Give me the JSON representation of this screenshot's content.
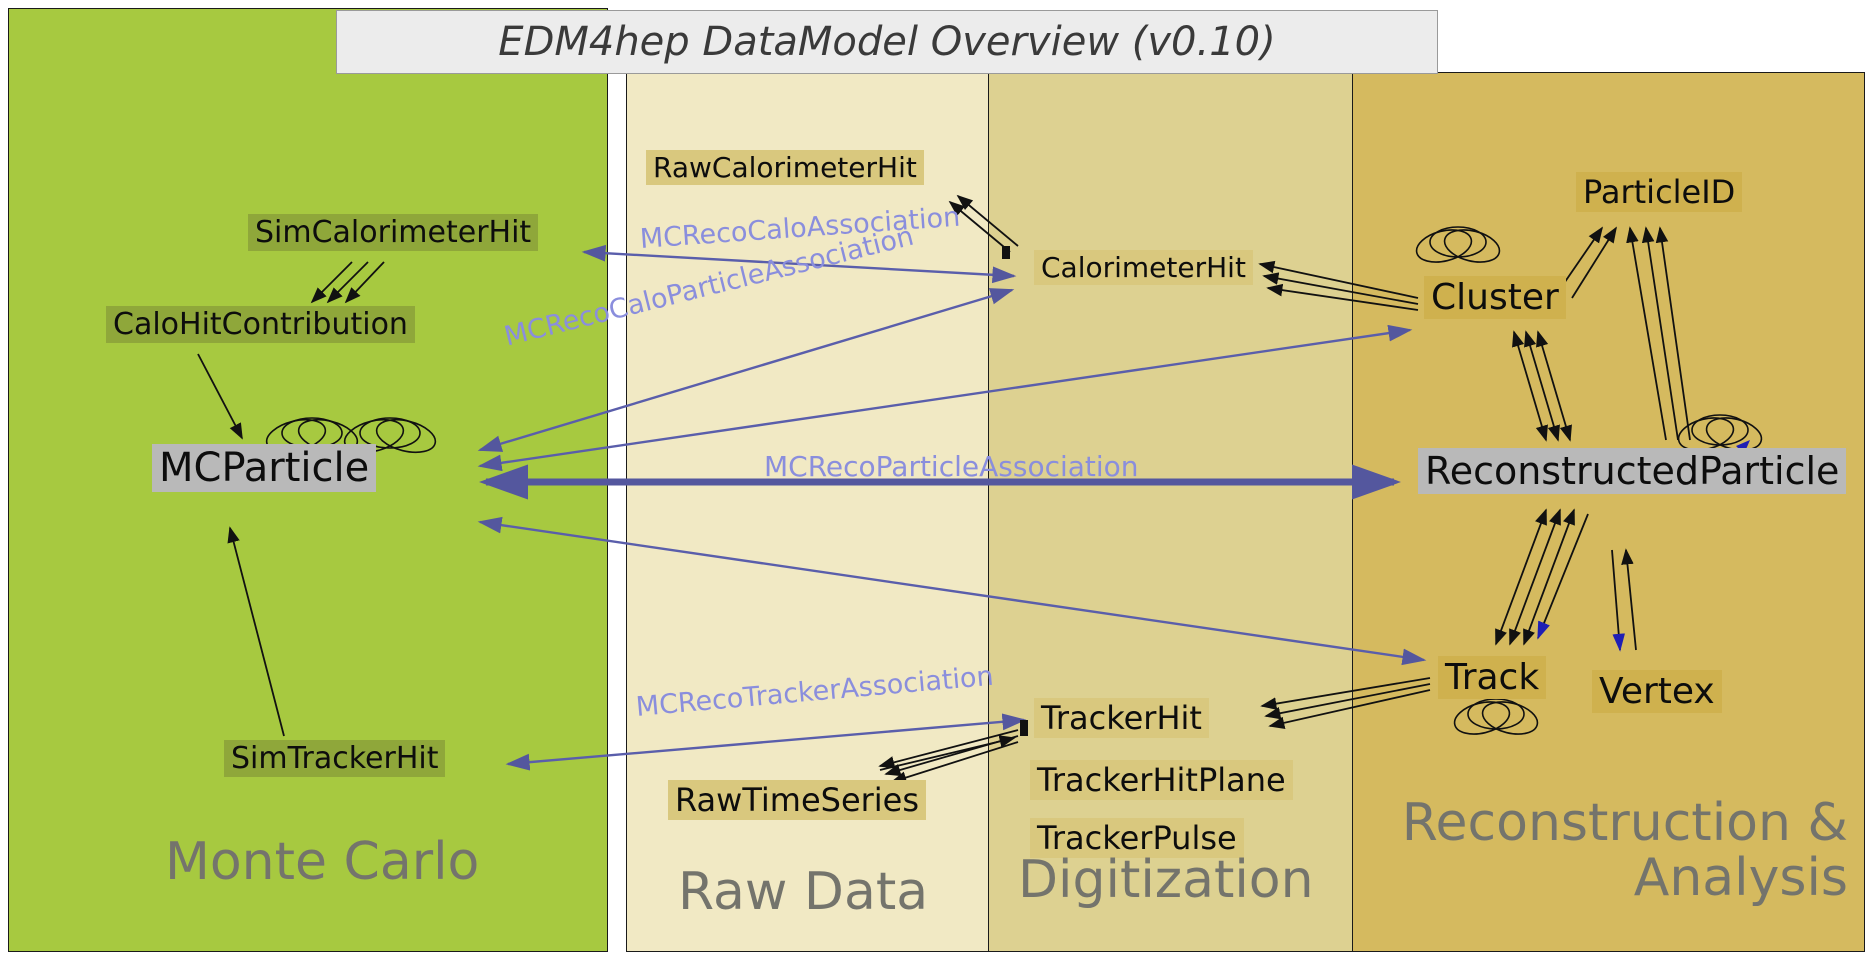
{
  "title": "EDM4hep DataModel Overview (v0.10)",
  "regions": {
    "monte_carlo": {
      "label": "Monte Carlo"
    },
    "raw_data": {
      "label": "Raw Data"
    },
    "digitization": {
      "label": "Digitization"
    },
    "reconstruction": {
      "label_line1": "Reconstruction &",
      "label_line2": "Analysis"
    }
  },
  "nodes": {
    "sim_calorimeter_hit": "SimCalorimeterHit",
    "calo_hit_contribution": "CaloHitContribution",
    "mc_particle": "MCParticle",
    "sim_tracker_hit": "SimTrackerHit",
    "raw_calorimeter_hit": "RawCalorimeterHit",
    "raw_time_series": "RawTimeSeries",
    "calorimeter_hit": "CalorimeterHit",
    "tracker_hit": "TrackerHit",
    "tracker_hit_plane": "TrackerHitPlane",
    "tracker_pulse": "TrackerPulse",
    "particle_id": "ParticleID",
    "cluster": "Cluster",
    "reconstructed_particle": "ReconstructedParticle",
    "track": "Track",
    "vertex": "Vertex"
  },
  "associations": {
    "mc_reco_calo": "MCRecoCaloAssociation",
    "mc_reco_calo_particle": "MCRecoCaloParticleAssociation",
    "mc_reco_particle": "MCRecoParticleAssociation",
    "mc_reco_tracker": "MCRecoTrackerAssociation"
  },
  "colors": {
    "monte_carlo_bg": "#a7c940",
    "raw_data_bg": "#f1e9c4",
    "digitization_bg": "#ddd191",
    "reconstruction_bg": "#d5ba5f",
    "green_node_bg": "#8fa73a",
    "tan_node_bg": "#d9c87e",
    "gold_node_bg": "#cfb14e",
    "gray_node_bg": "#b9b9b9",
    "association_arrow": "#54579e",
    "association_label": "#8a8edd",
    "black_arrow": "#111111",
    "blue_arrow": "#1f1fb4",
    "title_bg": "#ececec"
  }
}
